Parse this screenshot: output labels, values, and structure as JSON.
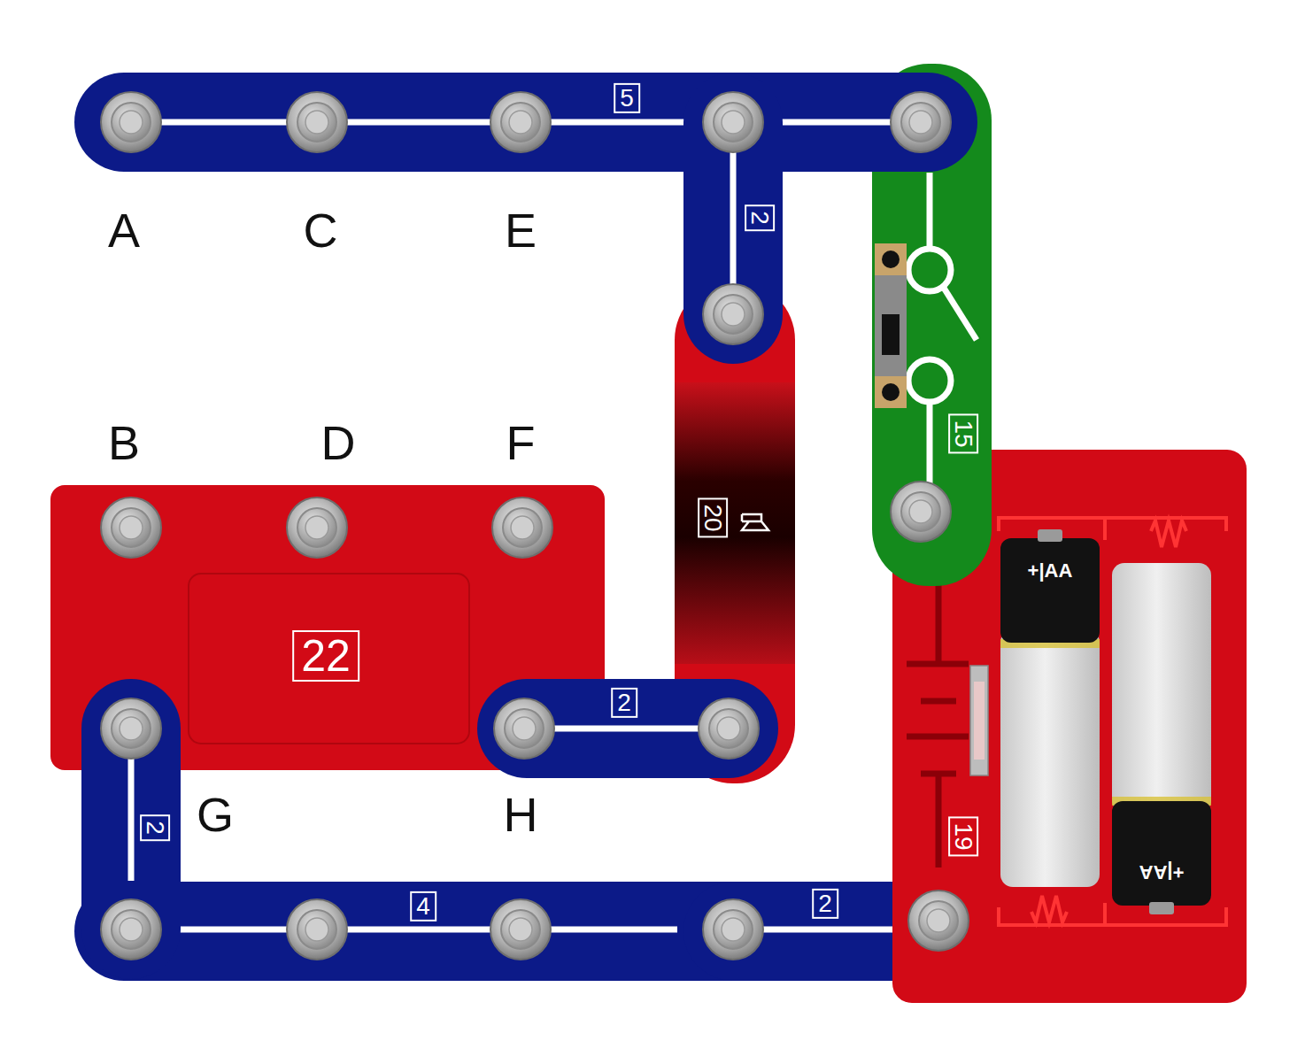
{
  "diagram": {
    "labels": [
      "5",
      "A",
      "C",
      "E",
      "2",
      "15",
      "B",
      "D",
      "F",
      "20",
      "+|AA",
      "22",
      "2",
      "G",
      "H",
      "2",
      "19",
      "+|AA",
      "4",
      "2"
    ]
  }
}
